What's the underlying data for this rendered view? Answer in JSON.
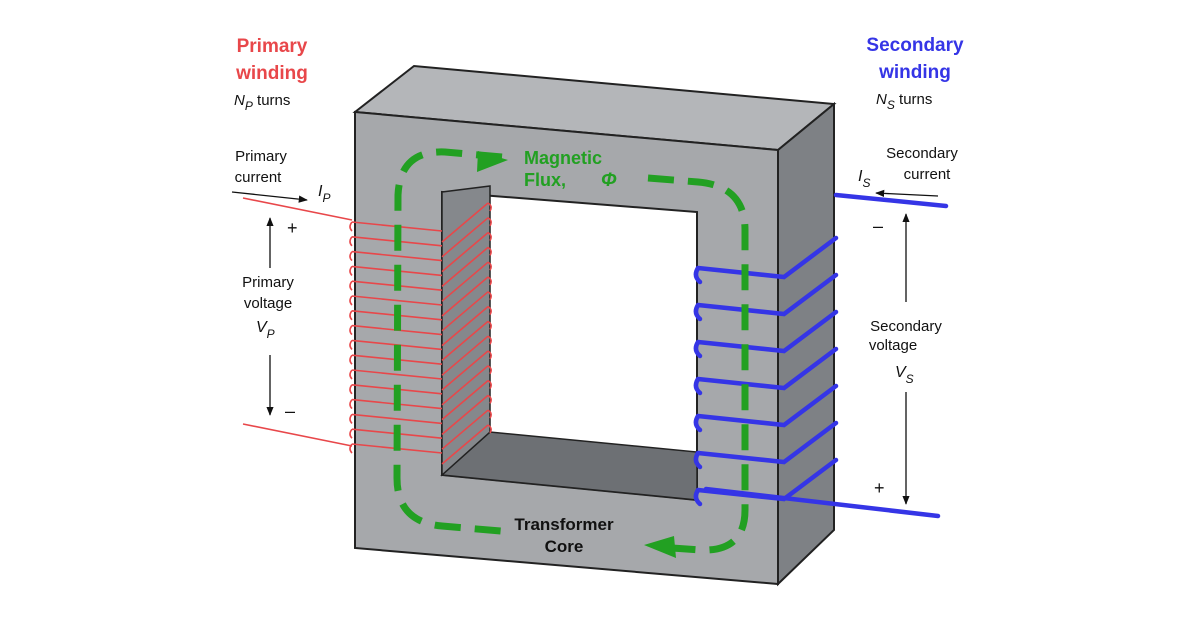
{
  "primary": {
    "title_line1": "Primary",
    "title_line2": "winding",
    "turns_symbol": "N",
    "turns_subscript": "P",
    "turns_text": " turns",
    "current_line1": "Primary",
    "current_line2": "current",
    "current_symbol": "I",
    "current_subscript": "P",
    "voltage_line1": "Primary",
    "voltage_line2": "voltage",
    "voltage_symbol": "V",
    "voltage_subscript": "P",
    "plus": "+",
    "minus": "–",
    "color": "#e8474a"
  },
  "secondary": {
    "title_line1": "Secondary",
    "title_line2": "winding",
    "turns_symbol": "N",
    "turns_subscript": "S",
    "turns_text": " turns",
    "current_line1": "Secondary",
    "current_line2": "current",
    "current_symbol": "I",
    "current_subscript": "S",
    "voltage_line1": "Secondary",
    "voltage_line2": "voltage",
    "voltage_symbol": "V",
    "voltage_subscript": "S",
    "plus": "+",
    "minus": "–",
    "color": "#3535e6"
  },
  "flux": {
    "line1": "Magnetic",
    "line2": "Flux,",
    "symbol": "Φ",
    "color": "#22a022"
  },
  "core": {
    "line1": "Transformer",
    "line2": "Core",
    "color": "#a3a5a8"
  }
}
